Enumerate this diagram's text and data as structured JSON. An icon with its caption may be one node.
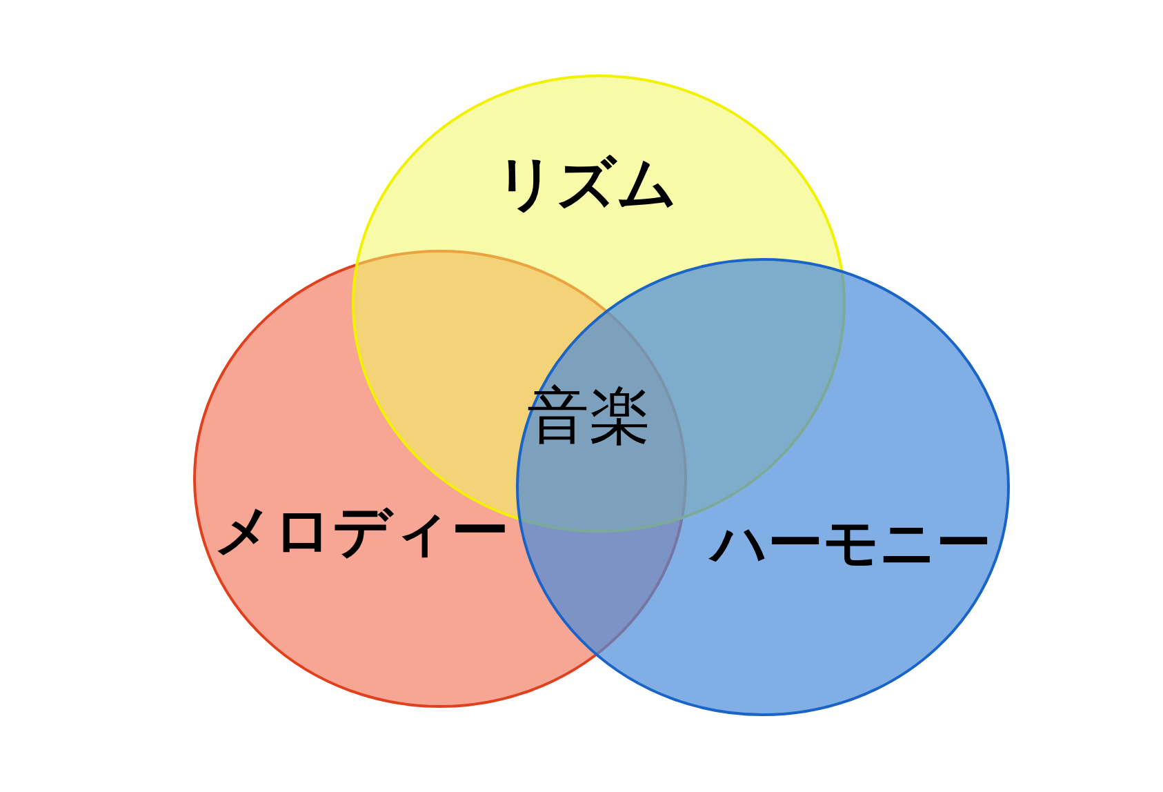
{
  "diagram": {
    "nodes": [
      {
        "text": [
          "リズム"
        ]
      },
      {
        "text": [
          "メロディー"
        ]
      },
      {
        "text": [
          "ハーモニー"
        ]
      }
    ],
    "labels": [
      "音楽"
    ]
  }
}
